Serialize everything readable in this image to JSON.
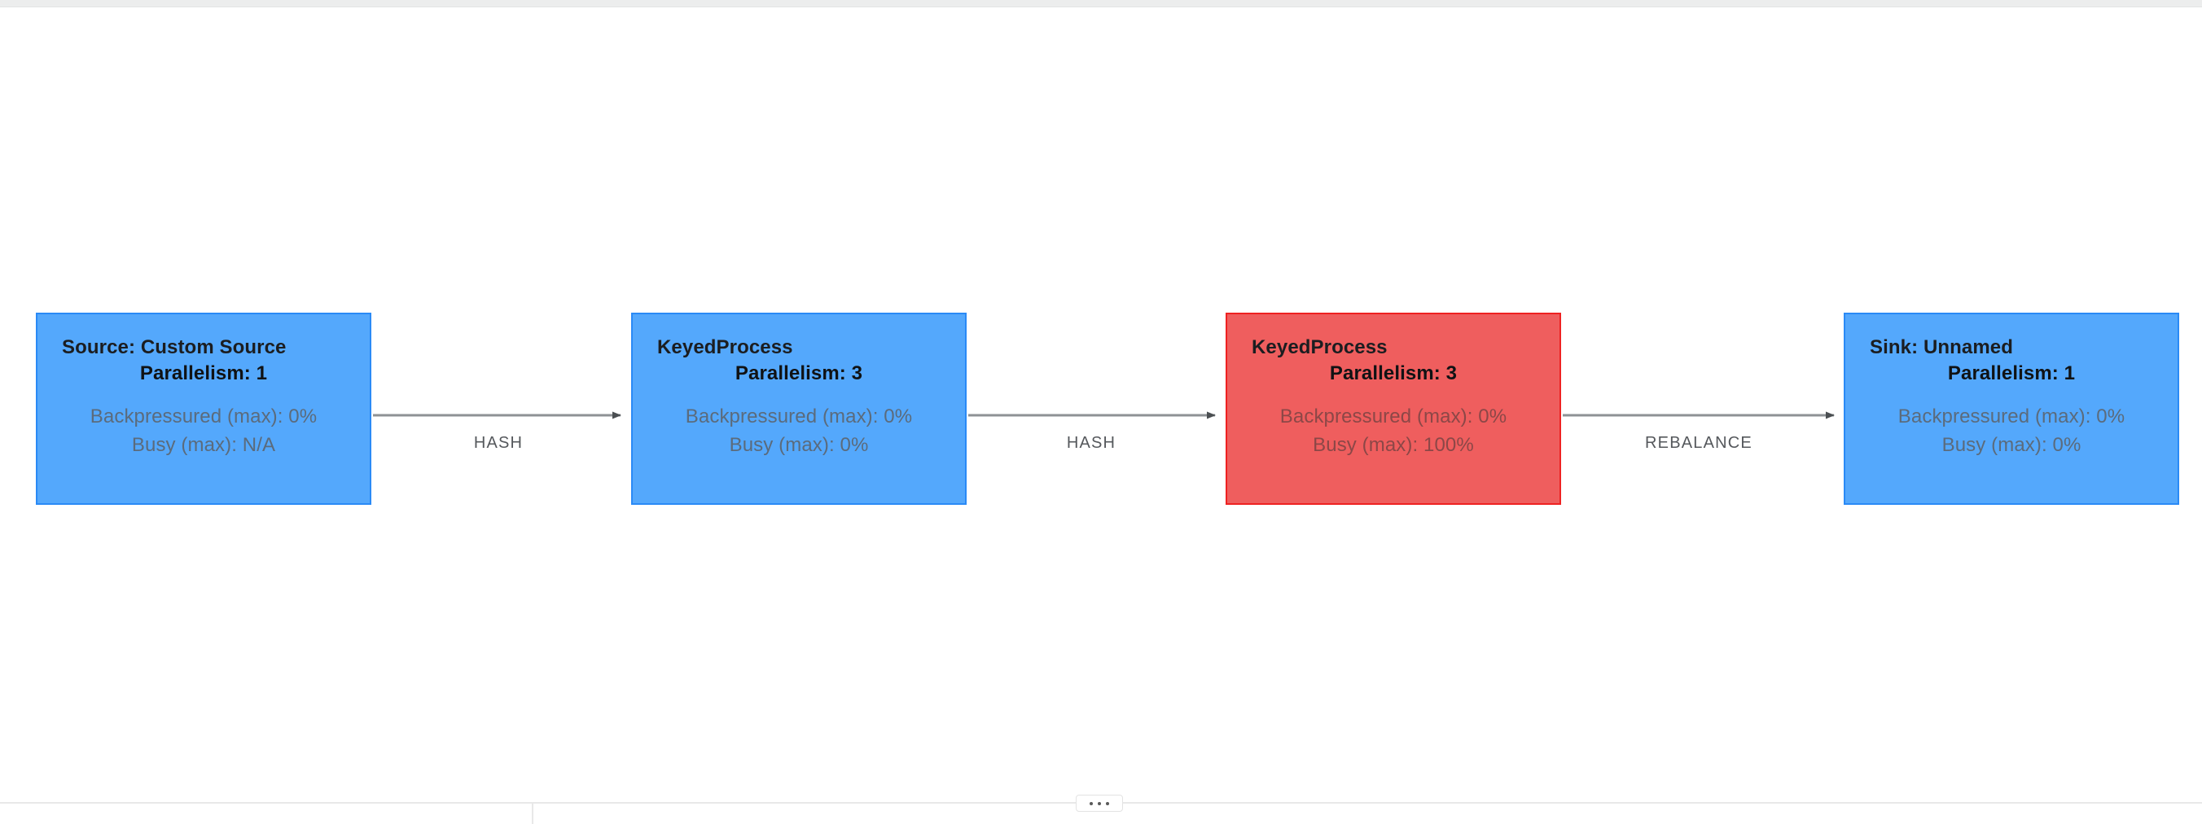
{
  "graph": {
    "type": "flink-job-graph",
    "orientation": "left-to-right",
    "nodes": [
      {
        "id": "source",
        "title": "Source: Custom Source",
        "parallelism_label": "Parallelism: 1",
        "parallelism": 1,
        "backpressure_label": "Backpressured (max): 0%",
        "backpressure": "0%",
        "busy_label": "Busy (max): N/A",
        "busy": "N/A",
        "status": "normal",
        "color": "#54a8fc",
        "border_color": "#2a8af6"
      },
      {
        "id": "keyedprocess-1",
        "title": "KeyedProcess",
        "parallelism_label": "Parallelism: 3",
        "parallelism": 3,
        "backpressure_label": "Backpressured (max): 0%",
        "backpressure": "0%",
        "busy_label": "Busy (max): 0%",
        "busy": "0%",
        "status": "normal",
        "color": "#54a8fc",
        "border_color": "#2a8af6"
      },
      {
        "id": "keyedprocess-2",
        "title": "KeyedProcess",
        "parallelism_label": "Parallelism: 3",
        "parallelism": 3,
        "backpressure_label": "Backpressured (max): 0%",
        "backpressure": "0%",
        "busy_label": "Busy (max): 100%",
        "busy": "100%",
        "status": "busy",
        "color": "#ef5e5e",
        "border_color": "#ee2222"
      },
      {
        "id": "sink",
        "title": "Sink: Unnamed",
        "parallelism_label": "Parallelism: 1",
        "parallelism": 1,
        "backpressure_label": "Backpressured (max): 0%",
        "backpressure": "0%",
        "busy_label": "Busy (max): 0%",
        "busy": "0%",
        "status": "normal",
        "color": "#54a8fc",
        "border_color": "#2a8af6"
      }
    ],
    "edges": [
      {
        "id": "edge-1",
        "from": "source",
        "to": "keyedprocess-1",
        "label": "HASH"
      },
      {
        "id": "edge-2",
        "from": "keyedprocess-1",
        "to": "keyedprocess-2",
        "label": "HASH"
      },
      {
        "id": "edge-3",
        "from": "keyedprocess-2",
        "to": "sink",
        "label": "REBALANCE"
      }
    ],
    "edge_color": "#8e9295"
  },
  "bottom_panel": {
    "drag_handle_name": "resize-handle"
  }
}
